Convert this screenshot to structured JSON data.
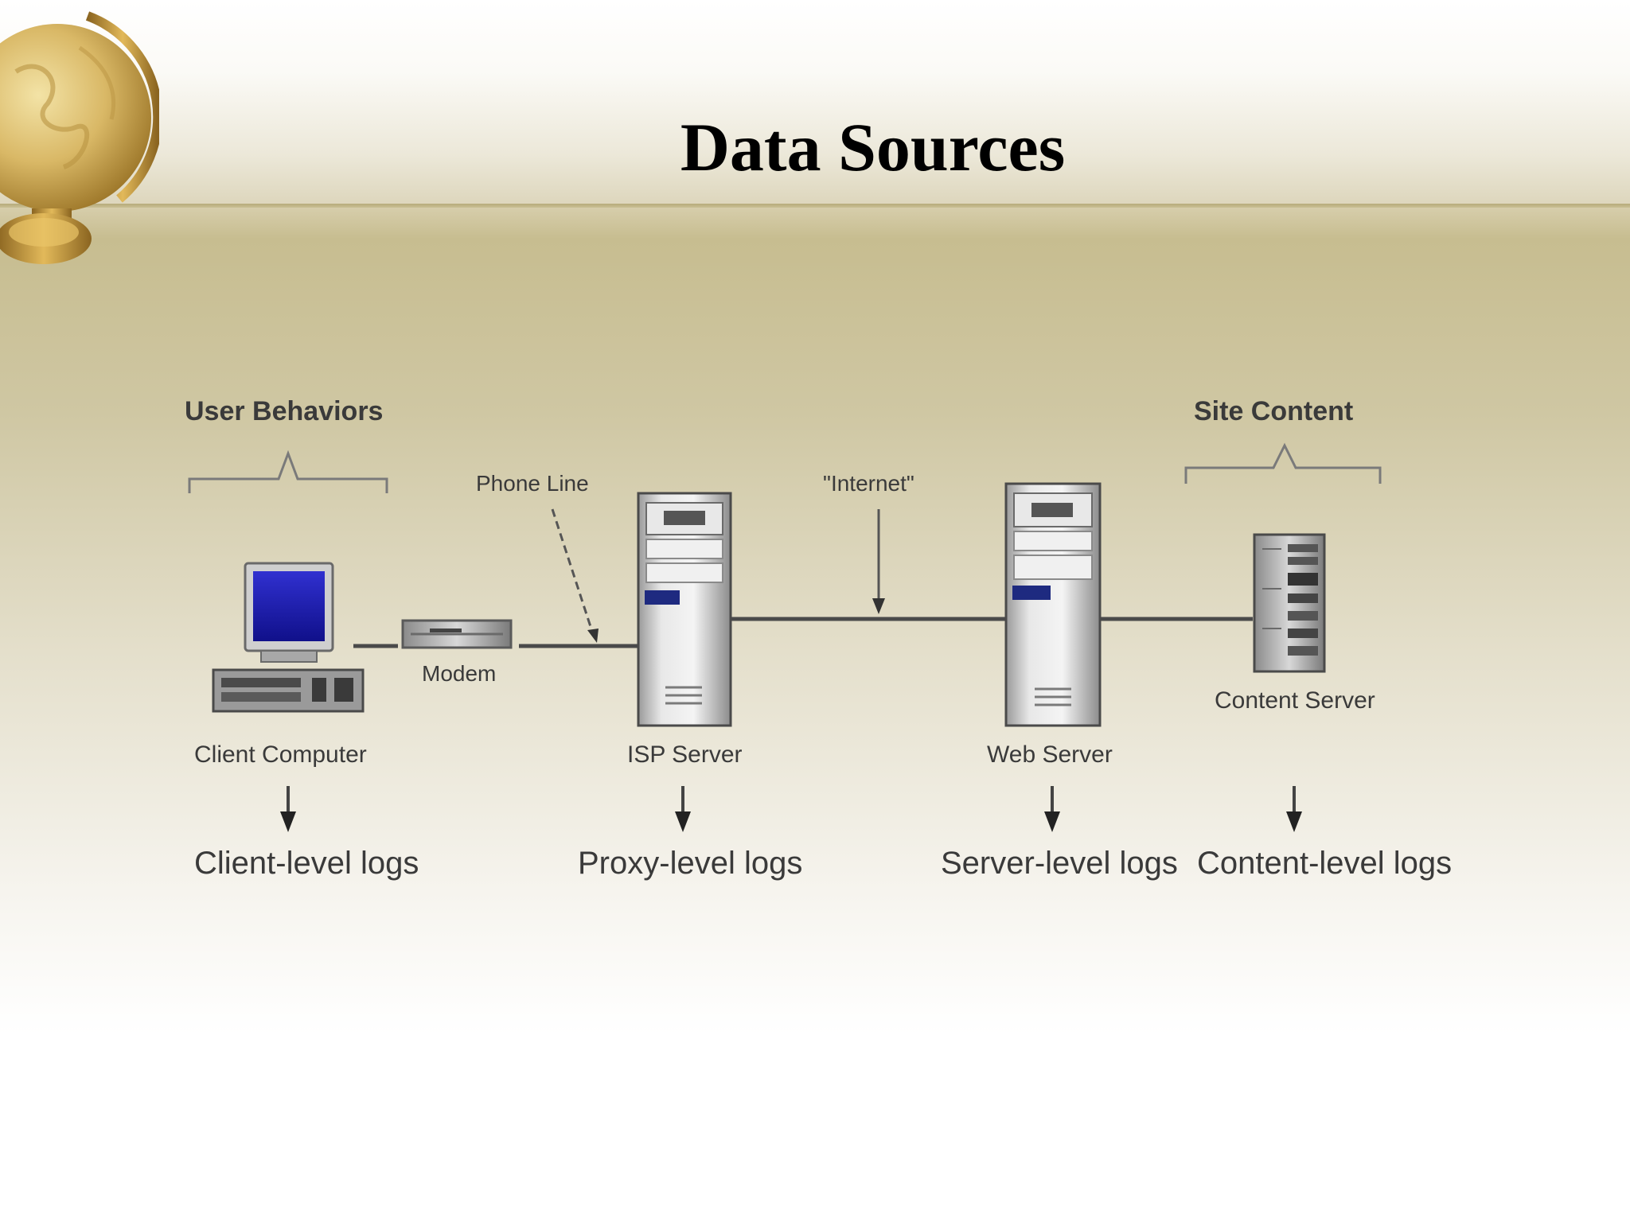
{
  "slide": {
    "title": "Data Sources"
  },
  "diagram": {
    "group_labels": {
      "user_behaviors": "User Behaviors",
      "site_content": "Site Content"
    },
    "connection_labels": {
      "phone_line": "Phone Line",
      "internet": "\"Internet\""
    },
    "nodes": {
      "client_computer": "Client Computer",
      "modem": "Modem",
      "isp_server": "ISP Server",
      "web_server": "Web Server",
      "content_server": "Content Server"
    },
    "logs": {
      "client": "Client-level logs",
      "proxy": "Proxy-level logs",
      "server": "Server-level logs",
      "content": "Content-level logs"
    }
  },
  "colors": {
    "monitor_screen": "#1a1ab8",
    "title_text": "#000000",
    "connector": "#4a4a4a"
  },
  "icons": [
    "globe-icon",
    "computer-icon",
    "modem-icon",
    "server-tower-icon",
    "rack-server-icon",
    "down-arrow-icon"
  ]
}
